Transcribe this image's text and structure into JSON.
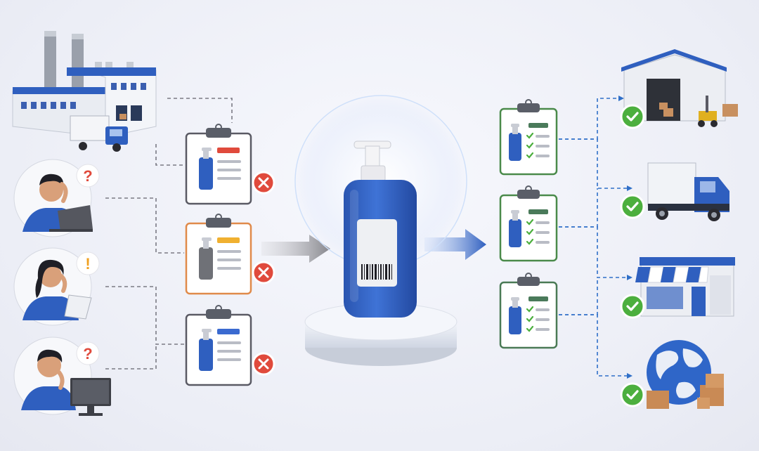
{
  "colors": {
    "blue": "#2f5fbf",
    "blue_dark": "#1f3f8f",
    "green_check": "#4caf3e",
    "red_x": "#e04a3c",
    "orange_alert": "#f0a020",
    "question_red": "#e04a3c",
    "arrow_grey": "#8e8e94",
    "arrow_blue": "#2f5fbf"
  },
  "sources": [
    {
      "name": "factory",
      "icon": "factory-icon"
    },
    {
      "name": "person-laptop",
      "icon": "worried-person-laptop-icon",
      "badge": "?"
    },
    {
      "name": "person-paper",
      "icon": "worried-person-document-icon",
      "badge": "!"
    },
    {
      "name": "person-desktop",
      "icon": "worried-person-desktop-icon",
      "badge": "?"
    }
  ],
  "inconsistent_labels": [
    {
      "accent": "#e04a3c",
      "frame": "#5a5a64",
      "bottle": "#2f5fbf",
      "status": "reject"
    },
    {
      "accent": "#f0b030",
      "frame": "#e08a4a",
      "bottle": "#6f7177",
      "status": "reject"
    },
    {
      "accent": "#3a6ad0",
      "frame": "#5a5a64",
      "bottle": "#2f5fbf",
      "status": "reject"
    }
  ],
  "product": {
    "icon": "pump-bottle-icon",
    "barcode": "barcode-icon"
  },
  "standard_labels": [
    {
      "frame": "#4a8a4a",
      "status": "approved"
    },
    {
      "frame": "#4a8a4a",
      "status": "approved"
    },
    {
      "frame": "#4a7a55",
      "status": "approved"
    }
  ],
  "destinations": [
    {
      "name": "warehouse",
      "icon": "warehouse-icon"
    },
    {
      "name": "truck",
      "icon": "delivery-truck-icon"
    },
    {
      "name": "retail-store",
      "icon": "store-icon"
    },
    {
      "name": "global-export",
      "icon": "globe-icon"
    }
  ]
}
